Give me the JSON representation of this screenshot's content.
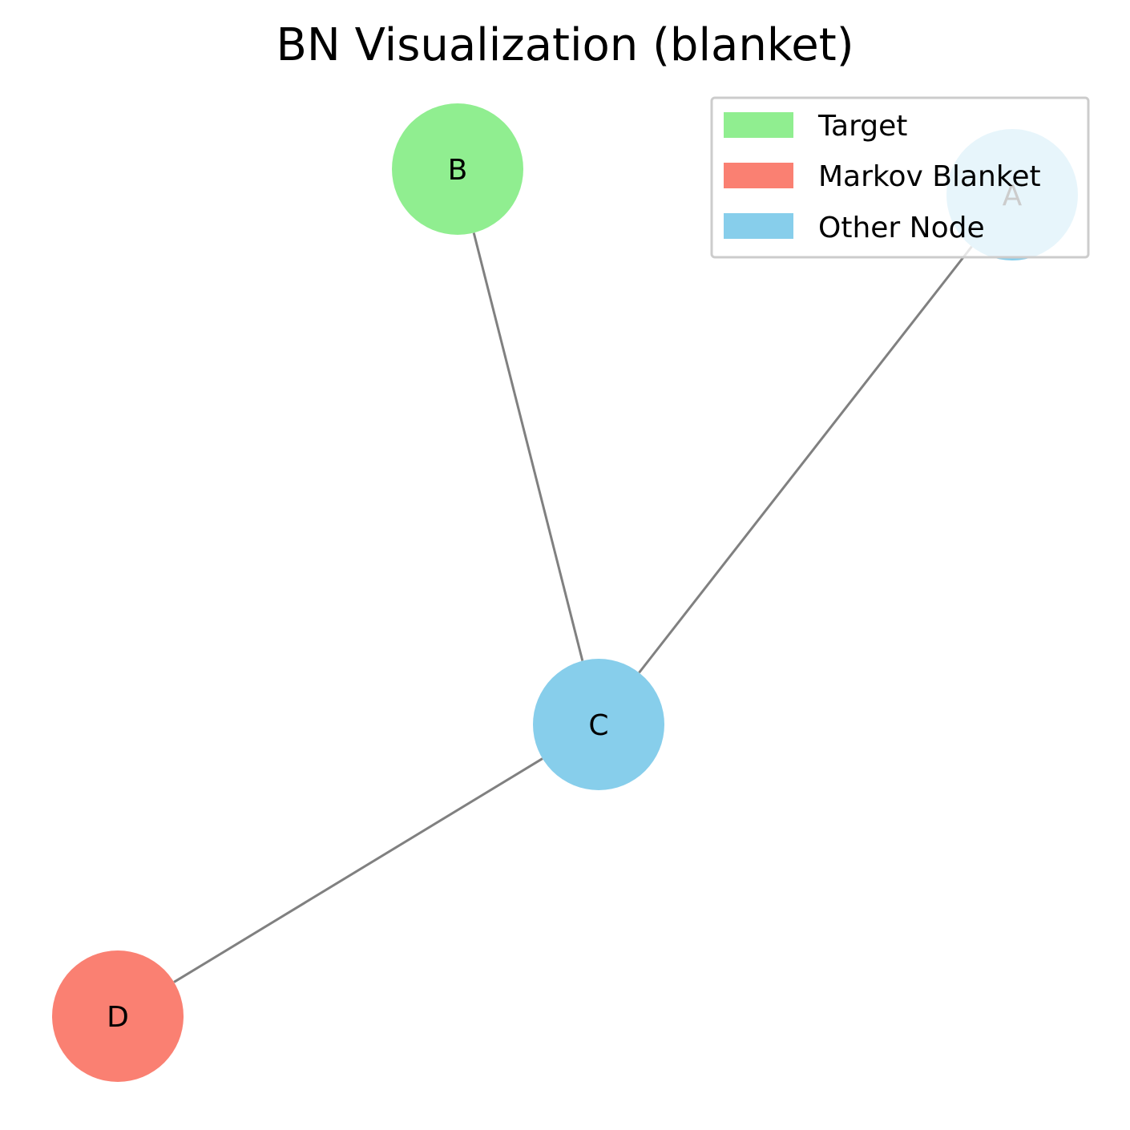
{
  "title": "BN Visualization (blanket)",
  "nodes": [
    {
      "id": "A",
      "label": "A",
      "role": "other"
    },
    {
      "id": "B",
      "label": "B",
      "role": "target"
    },
    {
      "id": "C",
      "label": "C",
      "role": "other"
    },
    {
      "id": "D",
      "label": "D",
      "role": "blanket"
    }
  ],
  "edges": [
    {
      "from": "B",
      "to": "C"
    },
    {
      "from": "A",
      "to": "C"
    },
    {
      "from": "C",
      "to": "D"
    }
  ],
  "legend": {
    "items": [
      {
        "label": "Target",
        "color": "#90ee90"
      },
      {
        "label": "Markov Blanket",
        "color": "#fa8072"
      },
      {
        "label": "Other Node",
        "color": "#87ceeb"
      }
    ]
  },
  "colors": {
    "target": "#90ee90",
    "blanket": "#fa8072",
    "other": "#87ceeb",
    "edge": "#808080",
    "legend_border": "#cccccc"
  }
}
